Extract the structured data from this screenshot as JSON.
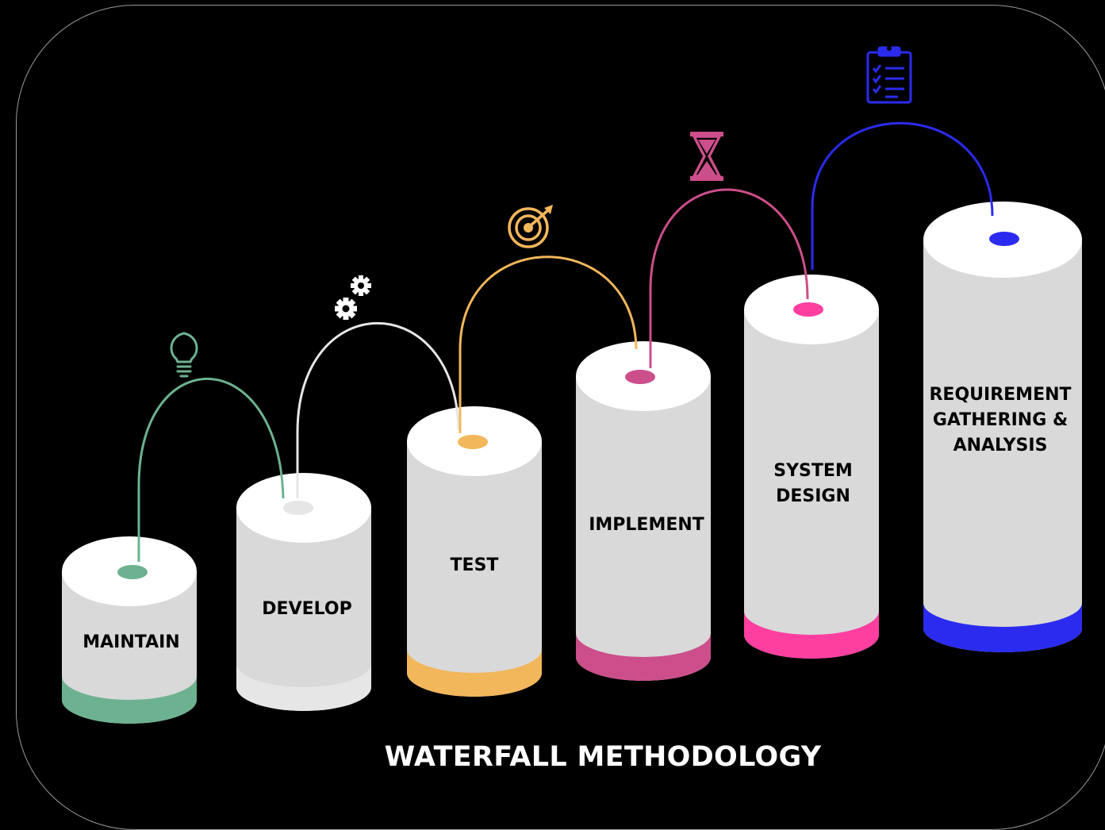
{
  "title": "WATERFALL METHODOLOGY",
  "steps": [
    {
      "label": "MAINTAIN",
      "color": "#6db290",
      "icon": "lightbulb-icon"
    },
    {
      "label": "DEVELOP",
      "color": "#e6e6e6",
      "icon": "gears-icon"
    },
    {
      "label": "TEST",
      "color": "#f2b65b",
      "icon": "target-icon"
    },
    {
      "label": "IMPLEMENT",
      "color": "#cc4e8a",
      "icon": "hourglass-icon"
    },
    {
      "label": "SYSTEM\nDESIGN",
      "color": "#ff3fa0",
      "icon": "hourglass-icon"
    },
    {
      "label": "REQUIREMENT\nGATHERING &\nANALYSIS",
      "color": "#2b2bf0",
      "icon": "clipboard-checklist-icon"
    }
  ],
  "colors": {
    "background": "#000000",
    "cylinder_body": "#d9d9d9",
    "cylinder_top": "#ffffff",
    "text": "#000000",
    "title": "#ffffff"
  }
}
